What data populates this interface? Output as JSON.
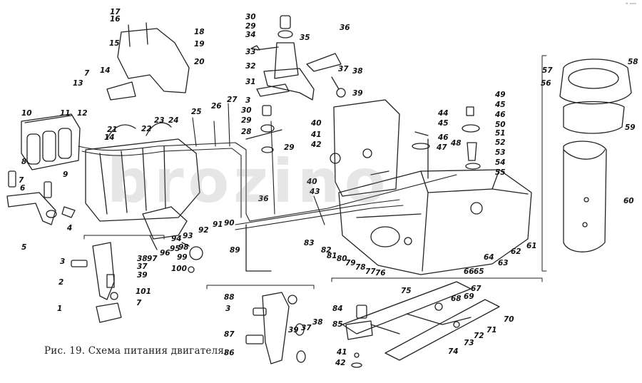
{
  "caption": "Рис. 19. Схема питания двигателя:",
  "corner_mark": "ᵈᵗ ʷʷʷ",
  "watermark": "brozino",
  "labels": [
    "1",
    "2",
    "3",
    "4",
    "5",
    "6",
    "7",
    "8",
    "9",
    "10",
    "11",
    "12",
    "13",
    "14",
    "15",
    "16",
    "17",
    "18",
    "19",
    "20",
    "21",
    "22",
    "23",
    "24",
    "25",
    "26",
    "27",
    "28",
    "29",
    "30",
    "31",
    "32",
    "33",
    "34",
    "35",
    "36",
    "37",
    "38",
    "39",
    "40",
    "41",
    "42",
    "43",
    "44",
    "45",
    "46",
    "47",
    "48",
    "49",
    "50",
    "51",
    "52",
    "53",
    "54",
    "55",
    "56",
    "57",
    "58",
    "59",
    "60",
    "61",
    "62",
    "63",
    "64",
    "65",
    "66",
    "67",
    "68",
    "69",
    "70",
    "71",
    "72",
    "73",
    "74",
    "75",
    "76",
    "77",
    "78",
    "79",
    "80",
    "81",
    "82",
    "83",
    "84",
    "85",
    "86",
    "87",
    "88",
    "89",
    "90",
    "91",
    "92",
    "93",
    "94",
    "95",
    "96",
    "97",
    "98",
    "99",
    "100",
    "101"
  ]
}
